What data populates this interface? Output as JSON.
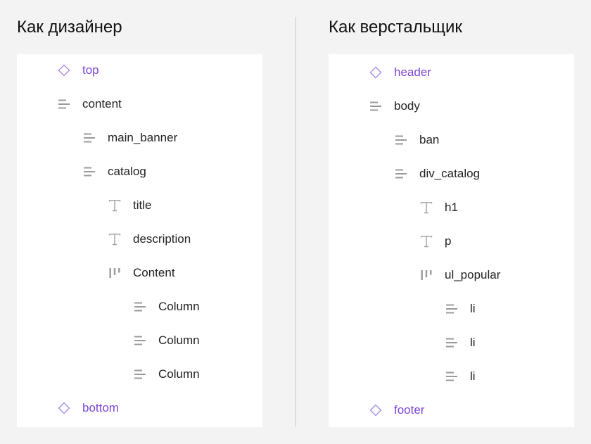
{
  "designer": {
    "title": "Как дизайнер",
    "layers": [
      {
        "label": "top",
        "icon": "component-diamond-icon",
        "kind": "component",
        "depth": 0
      },
      {
        "label": "content",
        "icon": "frame-layer-icon",
        "kind": "frame",
        "depth": 0
      },
      {
        "label": "main_banner",
        "icon": "frame-layer-icon",
        "kind": "frame",
        "depth": 1
      },
      {
        "label": "catalog",
        "icon": "frame-layer-icon",
        "kind": "frame",
        "depth": 1
      },
      {
        "label": "title",
        "icon": "text-layer-icon",
        "kind": "text",
        "depth": 2
      },
      {
        "label": "description",
        "icon": "text-layer-icon",
        "kind": "text",
        "depth": 2
      },
      {
        "label": "Content",
        "icon": "horizontal-layout-icon",
        "kind": "layout",
        "depth": 2
      },
      {
        "label": "Column",
        "icon": "frame-layer-icon",
        "kind": "frame",
        "depth": 3
      },
      {
        "label": "Column",
        "icon": "frame-layer-icon",
        "kind": "frame",
        "depth": 3
      },
      {
        "label": "Column",
        "icon": "frame-layer-icon",
        "kind": "frame",
        "depth": 3
      },
      {
        "label": "bottom",
        "icon": "component-diamond-icon",
        "kind": "component",
        "depth": 0
      }
    ]
  },
  "developer": {
    "title": "Как верстальщик",
    "layers": [
      {
        "label": "header",
        "icon": "component-diamond-icon",
        "kind": "component",
        "depth": 0
      },
      {
        "label": "body",
        "icon": "frame-layer-icon",
        "kind": "frame",
        "depth": 0
      },
      {
        "label": "ban",
        "icon": "frame-layer-icon",
        "kind": "frame",
        "depth": 1
      },
      {
        "label": "div_catalog",
        "icon": "frame-layer-icon",
        "kind": "frame",
        "depth": 1
      },
      {
        "label": "h1",
        "icon": "text-layer-icon",
        "kind": "text",
        "depth": 2
      },
      {
        "label": "p",
        "icon": "text-layer-icon",
        "kind": "text",
        "depth": 2
      },
      {
        "label": "ul_popular",
        "icon": "horizontal-layout-icon",
        "kind": "layout",
        "depth": 2
      },
      {
        "label": "li",
        "icon": "frame-layer-icon",
        "kind": "frame",
        "depth": 3
      },
      {
        "label": "li",
        "icon": "frame-layer-icon",
        "kind": "frame",
        "depth": 3
      },
      {
        "label": "li",
        "icon": "frame-layer-icon",
        "kind": "frame",
        "depth": 3
      },
      {
        "label": "footer",
        "icon": "component-diamond-icon",
        "kind": "component",
        "depth": 0
      }
    ]
  },
  "colors": {
    "component": "#7b45d6",
    "icon_gray": "#9a9a9a",
    "text": "#222222",
    "background": "#f3f3f3",
    "panel": "#ffffff"
  }
}
